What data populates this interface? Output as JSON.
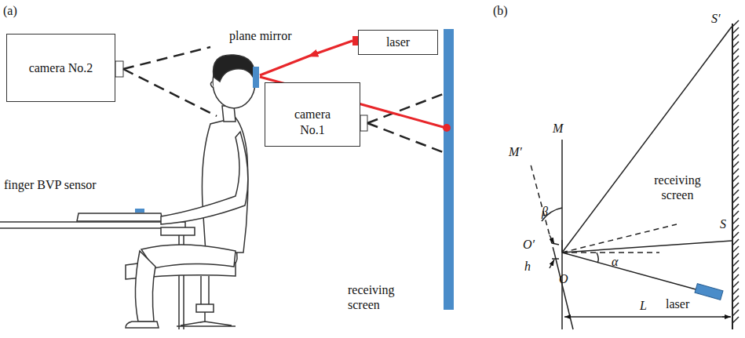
{
  "diagram": {
    "nodes": [
      {
        "text": [
          "camera No.2"
        ]
      },
      {
        "text": [
          "laser"
        ]
      },
      {
        "text": [
          "camera No.1"
        ]
      }
    ],
    "labels": [
      "(a)",
      "plane mirror",
      "finger BVP sensor",
      "receiving screen",
      "(b)",
      "S′",
      "M′",
      "M",
      "receiving screen",
      "S",
      "β",
      "O′",
      "h",
      "O",
      "α",
      "L",
      "laser"
    ]
  }
}
